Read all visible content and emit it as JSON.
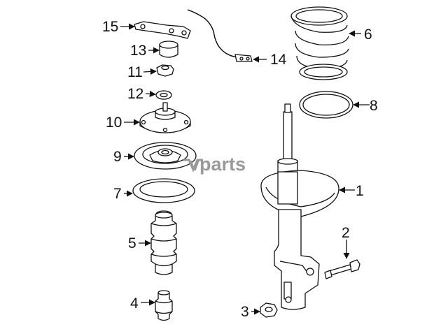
{
  "watermark": "vparts",
  "callouts": [
    {
      "id": "1",
      "label": "1"
    },
    {
      "id": "2",
      "label": "2"
    },
    {
      "id": "3",
      "label": "3"
    },
    {
      "id": "4",
      "label": "4"
    },
    {
      "id": "5",
      "label": "5"
    },
    {
      "id": "6",
      "label": "6"
    },
    {
      "id": "7",
      "label": "7"
    },
    {
      "id": "8",
      "label": "8"
    },
    {
      "id": "9",
      "label": "9"
    },
    {
      "id": "10",
      "label": "10"
    },
    {
      "id": "11",
      "label": "11"
    },
    {
      "id": "12",
      "label": "12"
    },
    {
      "id": "13",
      "label": "13"
    },
    {
      "id": "14",
      "label": "14"
    },
    {
      "id": "15",
      "label": "15"
    }
  ],
  "colors": {
    "line": "#111111",
    "watermark": "#9a9a9a",
    "background": "#ffffff"
  }
}
